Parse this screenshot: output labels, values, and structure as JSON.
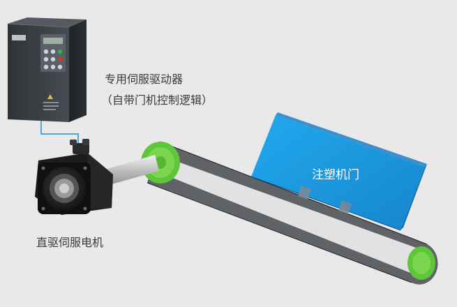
{
  "labels": {
    "drive_line1": "专用伺服驱动器",
    "drive_line2": "（自带门机控制逻辑）",
    "motor": "直驱伺服电机",
    "door": "注塑机门"
  },
  "icons": {
    "drive": "servo-drive-unit-icon",
    "motor": "servo-motor-icon",
    "belt": "belt-conveyor",
    "door": "injection-machine-door"
  },
  "colors": {
    "background": "#e9e9e9",
    "door_blue": "#1a9de3",
    "pulley_green": "#6fcf3c",
    "drive_body": "#33373c",
    "cable": "#1e8fd0",
    "text": "#3a3a3a"
  }
}
